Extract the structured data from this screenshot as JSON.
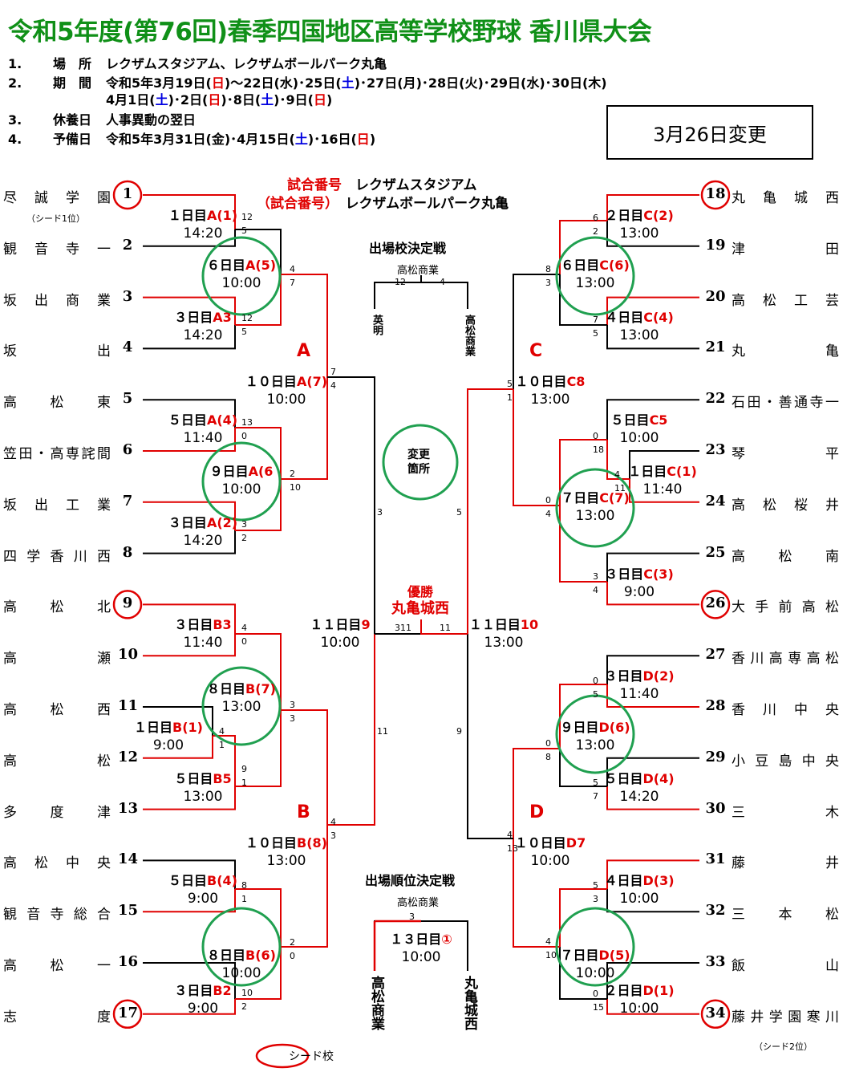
{
  "title": "令和5年度(第76回)春季四国地区高等学校野球 香川県大会",
  "info": [
    {
      "no": "1.",
      "key": "場　所",
      "val": "レクザムスタジアム、レクザムボールパーク丸亀"
    },
    {
      "no": "2.",
      "key": "期　間",
      "val_parts": [
        "令和5年3月19日(",
        "日",
        ")～22日(水)･25日(",
        "土",
        ")･27日(月)･28日(火)･29日(水)･30日(木)"
      ]
    },
    {
      "no": "",
      "key": "",
      "val_parts": [
        "4月1日(",
        "土",
        ")･2日(",
        "日",
        ")･8日(",
        "土",
        ")･9日(",
        "日",
        ")"
      ]
    },
    {
      "no": "3.",
      "key": "休養日",
      "val": "人事異動の翌日"
    },
    {
      "no": "4.",
      "key": "予備日",
      "val_parts": [
        "令和5年3月31日(金)･4月15日(",
        "土",
        ")･16日(",
        "日",
        ")"
      ]
    }
  ],
  "change_notice": "3月26日変更",
  "legend": {
    "stadium1": "試合番号　レクザムスタジアム",
    "stadium2": "（試合番号）　レクザムボールパーク丸亀",
    "seed": "シード校",
    "changed": [
      "変更",
      "箇所"
    ]
  },
  "seed_notes": [
    "（シード1位）",
    "（シード2位）"
  ],
  "teams_left": [
    {
      "name": "尽誠学園",
      "no": "1"
    },
    {
      "name": "観音寺一",
      "no": "2"
    },
    {
      "name": "坂出商業",
      "no": "3"
    },
    {
      "name": "坂　出",
      "no": "4"
    },
    {
      "name": "高松東",
      "no": "5"
    },
    {
      "name": "笠田・高専詫間",
      "no": "6"
    },
    {
      "name": "坂出工業",
      "no": "7"
    },
    {
      "name": "四学香川西",
      "no": "8"
    },
    {
      "name": "高松北",
      "no": "9"
    },
    {
      "name": "高　瀬",
      "no": "10"
    },
    {
      "name": "高松西",
      "no": "11"
    },
    {
      "name": "高　松",
      "no": "12"
    },
    {
      "name": "多度津",
      "no": "13"
    },
    {
      "name": "高松中央",
      "no": "14"
    },
    {
      "name": "観音寺総合",
      "no": "15"
    },
    {
      "name": "高松一",
      "no": "16"
    },
    {
      "name": "志　度",
      "no": "17"
    }
  ],
  "teams_right": [
    {
      "name": "丸亀城西",
      "no": "18"
    },
    {
      "name": "津　田",
      "no": "19"
    },
    {
      "name": "高松工芸",
      "no": "20"
    },
    {
      "name": "丸　亀",
      "no": "21"
    },
    {
      "name": "石田・善通寺一",
      "no": "22"
    },
    {
      "name": "琴　平",
      "no": "23"
    },
    {
      "name": "高松桜井",
      "no": "24"
    },
    {
      "name": "高松南",
      "no": "25"
    },
    {
      "name": "大手前高松",
      "no": "26"
    },
    {
      "name": "香川高専高松",
      "no": "27"
    },
    {
      "name": "香川中央",
      "no": "28"
    },
    {
      "name": "小豆島中央",
      "no": "29"
    },
    {
      "name": "三　木",
      "no": "30"
    },
    {
      "name": "藤　井",
      "no": "31"
    },
    {
      "name": "三本松",
      "no": "32"
    },
    {
      "name": "飯　山",
      "no": "33"
    },
    {
      "name": "藤井学園寒川",
      "no": "34"
    }
  ],
  "blocks": [
    "A",
    "B",
    "C",
    "D"
  ],
  "slots": [
    {
      "d": "１日目",
      "c": "A(1)",
      "t": "14:20"
    },
    {
      "d": "６日目",
      "c": "A(5)",
      "t": "10:00"
    },
    {
      "d": "３日目",
      "c": "A3",
      "t": "14:20"
    },
    {
      "d": "１０日目",
      "c": "A(7)",
      "t": "10:00"
    },
    {
      "d": "５日目",
      "c": "A(4)",
      "t": "11:40"
    },
    {
      "d": "９日目",
      "c": "A(6",
      "t": "10:00"
    },
    {
      "d": "３日目",
      "c": "A(2)",
      "t": "14:20"
    },
    {
      "d": "３日目",
      "c": "B3",
      "t": "11:40"
    },
    {
      "d": "８日目",
      "c": "B(7)",
      "t": "13:00"
    },
    {
      "d": "１日目",
      "c": "B(1)",
      "t": "9:00"
    },
    {
      "d": "５日目",
      "c": "B5",
      "t": "13:00"
    },
    {
      "d": "１０日目",
      "c": "B(8)",
      "t": "13:00"
    },
    {
      "d": "５日目",
      "c": "B(4)",
      "t": "9:00"
    },
    {
      "d": "８日目",
      "c": "B(6)",
      "t": "10:00"
    },
    {
      "d": "３日目",
      "c": "B2",
      "t": "9:00"
    },
    {
      "d": "１１日目",
      "c": "9",
      "t": "10:00"
    },
    {
      "d": "２日目",
      "c": "C(2)",
      "t": "13:00"
    },
    {
      "d": "６日目",
      "c": "C(6)",
      "t": "13:00"
    },
    {
      "d": "４日目",
      "c": "C(4)",
      "t": "13:00"
    },
    {
      "d": "１０日目",
      "c": "C8",
      "t": "13:00"
    },
    {
      "d": "５日目",
      "c": "C5",
      "t": "10:00"
    },
    {
      "d": "１日目",
      "c": "C(1)",
      "t": "11:40"
    },
    {
      "d": "７日目",
      "c": "C(7)",
      "t": "13:00"
    },
    {
      "d": "３日目",
      "c": "C(3)",
      "t": "9:00"
    },
    {
      "d": "１１日目",
      "c": "10",
      "t": "13:00"
    },
    {
      "d": "３日目",
      "c": "D(2)",
      "t": "11:40"
    },
    {
      "d": "９日目",
      "c": "D(6)",
      "t": "13:00"
    },
    {
      "d": "５日目",
      "c": "D(4)",
      "t": "14:20"
    },
    {
      "d": "１０日目",
      "c": "D7",
      "t": "10:00"
    },
    {
      "d": "４日目",
      "c": "D(3)",
      "t": "10:00"
    },
    {
      "d": "７日目",
      "c": "D(5)",
      "t": "10:00"
    },
    {
      "d": "２日目",
      "c": "D(1)",
      "t": "10:00"
    },
    {
      "d": "１３日目",
      "c": "①",
      "t": "10:00"
    }
  ],
  "scores": [
    "12",
    "5",
    "12",
    "5",
    "4",
    "7",
    "13",
    "0",
    "3",
    "2",
    "2",
    "10",
    "7",
    "4",
    "3",
    "4",
    "0",
    "3",
    "3",
    "4",
    "1",
    "9",
    "1",
    "8",
    "1",
    "2",
    "0",
    "10",
    "2",
    "4",
    "3",
    "11",
    "6",
    "2",
    "8",
    "3",
    "7",
    "5",
    "0",
    "18",
    "4",
    "11",
    "0",
    "4",
    "3",
    "4",
    "5",
    "1",
    "0",
    "5",
    "0",
    "8",
    "5",
    "7",
    "5",
    "3",
    "4",
    "10",
    "0",
    "15",
    "4",
    "13",
    "3",
    "9",
    "5",
    "11",
    "11",
    "12",
    "4",
    "3"
  ],
  "decision": {
    "title": "出場校決定戦",
    "top": "高松商業",
    "left": "英明",
    "right": "高松商業"
  },
  "champion": {
    "label": "優勝",
    "name": "丸亀城西"
  },
  "ranking": {
    "title": "出場順位決定戦",
    "top": "高松商業",
    "left": "高松商業",
    "right": "丸亀城西"
  },
  "colors": {
    "win": "#e00000",
    "lose": "#000000",
    "circle": "#20a050",
    "title": "#109018"
  }
}
